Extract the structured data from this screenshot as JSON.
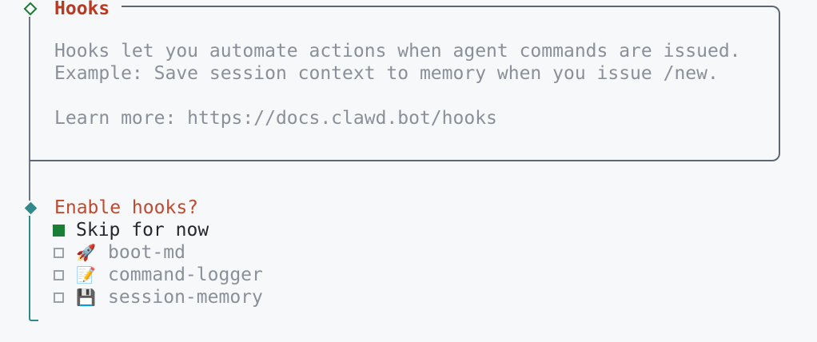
{
  "colors": {
    "bg": "#f6f8fa",
    "border": "#5d6671",
    "line-gray": "#6e7681",
    "teal": "#2f8a8c",
    "green": "#1b7e37",
    "green-outline": "#1d7a33",
    "red": "#b93a21",
    "red-light": "#c04a2f",
    "text-gray": "#8a9099",
    "text-dark": "#23272e",
    "checkbox-gray": "#9aa1a9"
  },
  "note": {
    "title": "Hooks",
    "lines": [
      "Hooks let you automate actions when agent commands are issued.",
      "Example: Save session context to memory when you issue /new.",
      "",
      "Learn more: https://docs.clawd.bot/hooks"
    ]
  },
  "prompt": {
    "question": "Enable hooks?",
    "options": [
      {
        "icon": "",
        "label": "Skip for now",
        "selected": true
      },
      {
        "icon": "🚀",
        "label": "boot-md",
        "selected": false
      },
      {
        "icon": "📝",
        "label": "command-logger",
        "selected": false
      },
      {
        "icon": "💾",
        "label": "session-memory",
        "selected": false
      }
    ]
  }
}
